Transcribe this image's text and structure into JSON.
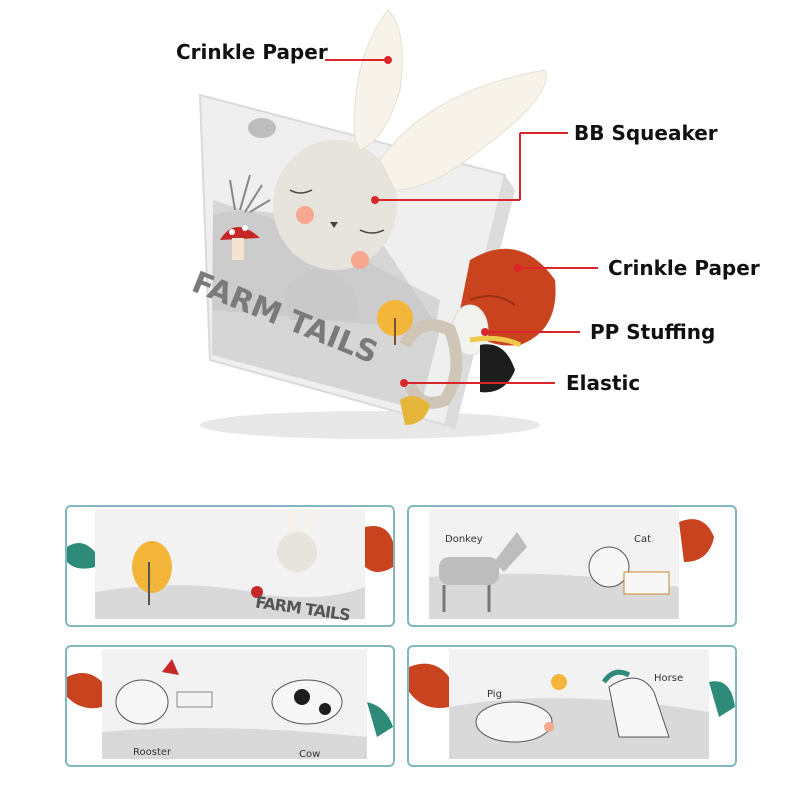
{
  "callouts": {
    "crinkle_top": "Crinkle Paper",
    "squeaker": "BB Squeaker",
    "crinkle_mid": "Crinkle Paper",
    "stuffing": "PP Stuffing",
    "elastic": "Elastic"
  },
  "book": {
    "cover_title": "FARM TAILS"
  },
  "panels": {
    "p1_title": "FARM TAILS",
    "p2_left": "Donkey",
    "p2_right": "Cat",
    "p3_left": "Rooster",
    "p3_right": "Cow",
    "p4_left": "Pig",
    "p4_right": "Horse"
  },
  "colors": {
    "callout_line": "#d9262b",
    "panel_border": "#7fb9bf",
    "tail_red": "#c9431f",
    "ear_cream": "#f7f3ea"
  }
}
